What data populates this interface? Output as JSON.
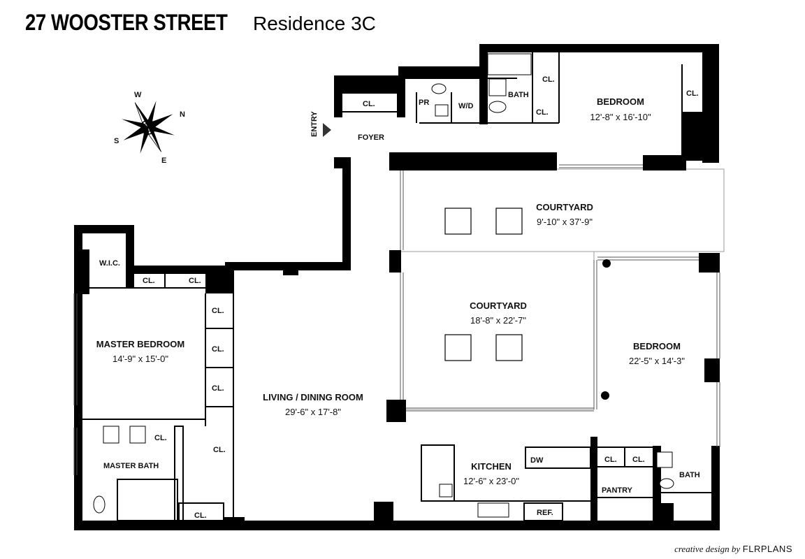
{
  "title": {
    "building": "27 WOOSTER STREET",
    "unit": "Residence 3C"
  },
  "compass": {
    "n": "N",
    "s": "S",
    "e": "E",
    "w": "W"
  },
  "entry_label": "ENTRY",
  "rooms": {
    "foyer": "FOYER",
    "foyer_closet": "CL.",
    "powder_room": "PR",
    "washer_dryer": "W/D",
    "bath_top": "BATH",
    "bath_top_closet": "CL.",
    "bedroom_top_closet1": "CL.",
    "bedroom_top_closet2": "CL.",
    "bedroom_top": {
      "name": "BEDROOM",
      "size": "12'-8\" x 16'-10\""
    },
    "courtyard_top": {
      "name": "COURTYARD",
      "size": "9'-10\" x 37'-9\""
    },
    "courtyard_center": {
      "name": "COURTYARD",
      "size": "18'-8\" x 22'-7\""
    },
    "bedroom_right": {
      "name": "BEDROOM",
      "size": "22'-5\" x 14'-3\""
    },
    "living": {
      "name": "LIVING / DINING ROOM",
      "size": "29'-6\" x 17'-8\""
    },
    "master_bedroom": {
      "name": "MASTER BEDROOM",
      "size": "14'-9\" x 15'-0\""
    },
    "wic": "W.I.C.",
    "master_cl1": "CL.",
    "master_cl2": "CL.",
    "master_cl3": "CL.",
    "master_cl4": "CL.",
    "master_cl5": "CL.",
    "master_cl6": "CL.",
    "master_cl7": "CL.",
    "master_bath": "MASTER BATH",
    "master_bath_cl": "CL.",
    "kitchen": {
      "name": "KITCHEN",
      "size": "12'-6\" x 23'-0\""
    },
    "dw": "DW",
    "ref": "REF.",
    "pantry": "PANTRY",
    "kitchen_cl1": "CL.",
    "kitchen_cl2": "CL.",
    "bath_right": "BATH"
  },
  "credit": {
    "prefix": "creative design by",
    "brand": "FLRPLANS"
  }
}
